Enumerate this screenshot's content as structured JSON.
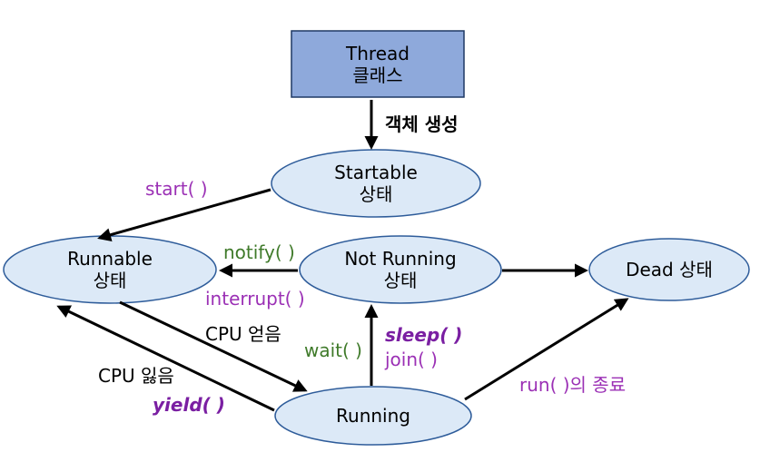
{
  "colors": {
    "thread_box_fill": "#8ea9db",
    "thread_box_stroke": "#1f3864",
    "ellipse_fill": "#dce9f7",
    "ellipse_stroke": "#2e5c9a",
    "arrow": "#000000",
    "method_purple": "#9b30b5",
    "method_green": "#3f7a2a",
    "method_dark_purple": "#7a1fa2"
  },
  "nodes": {
    "thread": {
      "line1": "Thread",
      "line2": "클래스"
    },
    "startable": {
      "line1": "Startable",
      "line2": "상태"
    },
    "runnable": {
      "line1": "Runnable",
      "line2": "상태"
    },
    "not_running": {
      "line1": "Not Running",
      "line2": "상태"
    },
    "dead": {
      "line1": "Dead 상태"
    },
    "running": {
      "line1": "Running"
    }
  },
  "labels": {
    "create_object": "객체 생성",
    "start": "start( )",
    "notify": "notify( )",
    "interrupt": "interrupt( )",
    "cpu_get": "CPU 얻음",
    "wait": "wait( )",
    "sleep": "sleep( )",
    "join": "join( )",
    "cpu_lose": "CPU 잃음",
    "yield": "yield( )",
    "run_end": "run( )의 종료"
  }
}
